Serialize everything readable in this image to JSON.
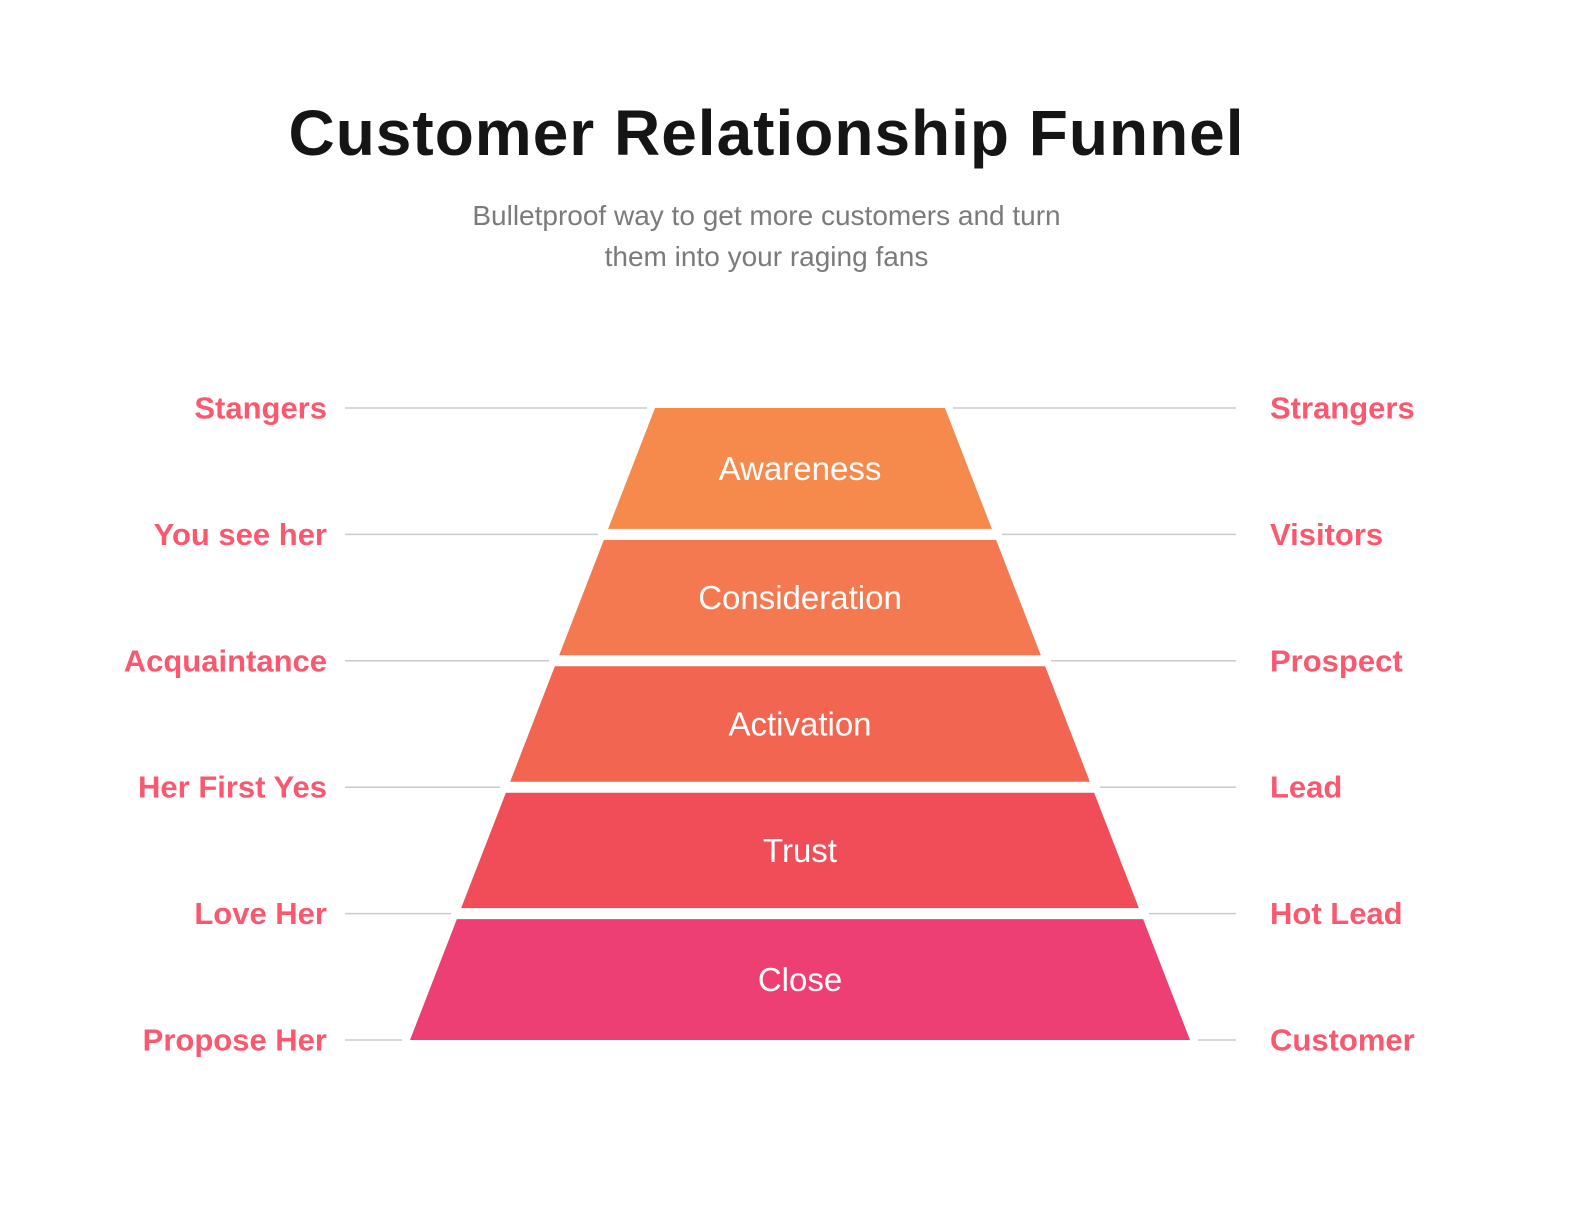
{
  "header": {
    "title": "Customer Relationship Funnel",
    "subtitle_line1": "Bulletproof way to get more customers and turn",
    "subtitle_line2": "them into your raging fans"
  },
  "chart_data": {
    "type": "funnel",
    "title": "Customer Relationship Funnel",
    "orientation": "narrow-top-wide-bottom",
    "stages": [
      {
        "label": "Awareness",
        "color": "#f68a4d"
      },
      {
        "label": "Consideration",
        "color": "#f47950"
      },
      {
        "label": "Activation",
        "color": "#f26551"
      },
      {
        "label": "Trust",
        "color": "#f04d58"
      },
      {
        "label": "Close",
        "color": "#ee3f74"
      }
    ],
    "left_labels": [
      "Stangers",
      "You see her",
      "Acquaintance",
      "Her First Yes",
      "Love Her",
      "Propose Her"
    ],
    "right_labels": [
      "Strangers",
      "Visitors",
      "Prospect",
      "Lead",
      "Hot Lead",
      "Customer"
    ],
    "label_color": "#f9586f",
    "line_color": "#cbcbcb",
    "stage_text_color": "#ffffff"
  }
}
